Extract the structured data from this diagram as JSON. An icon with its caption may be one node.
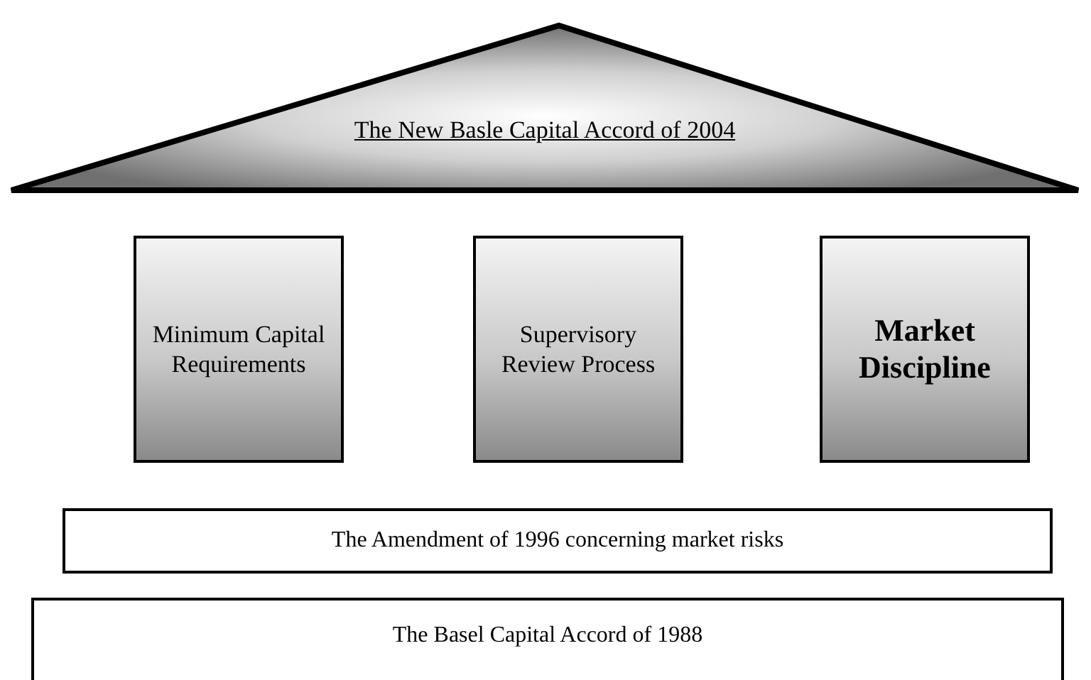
{
  "diagram": {
    "nodes": [
      {
        "text": [
          "The New Basle Capital Accord of 2004"
        ]
      },
      {
        "text": [
          "Minimum Capital Requirements"
        ]
      },
      {
        "text": [
          "Supervisory Review Process"
        ]
      },
      {
        "text": [
          "Market Discipline"
        ]
      },
      {
        "text": [
          "The Amendment of 1996 concerning market risks"
        ]
      },
      {
        "text": [
          "The Basel Capital Accord of 1988"
        ]
      }
    ]
  }
}
